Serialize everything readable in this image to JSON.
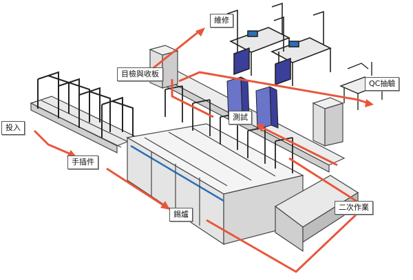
{
  "labels": {
    "input": "投入",
    "hand_insert": "手插件",
    "solder_furnace": "錫爐",
    "visual_inspection": "目檢與收板",
    "repair": "維修",
    "test": "測試",
    "qc_sampling": "QC抽驗",
    "secondary_operation": "二次作業"
  },
  "colors": {
    "flow_arrow": "#e8563a",
    "machine_body": "#f2f2f2",
    "machine_outline": "#444444",
    "workstation": "#3a3f9a",
    "accent_stripe": "#2d6fb5"
  }
}
